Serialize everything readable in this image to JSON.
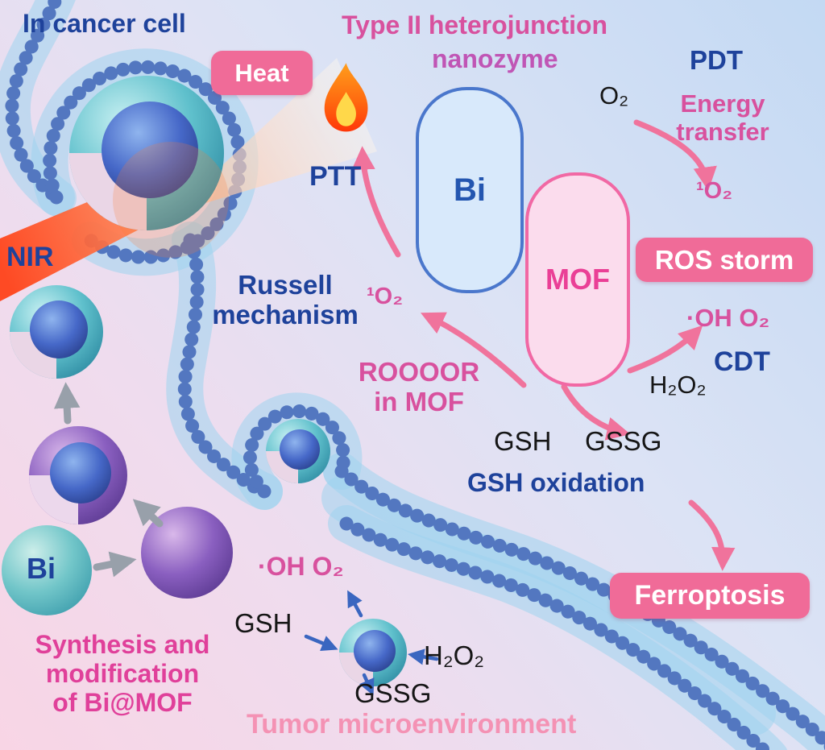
{
  "colors": {
    "badge_pink": "#f06b98",
    "heading_pink": "#d8519e",
    "heading_blue": "#1e429b",
    "light_pink": "#f492b4",
    "membrane_blue": "#5377c0",
    "bi_box_border": "#4a77cc",
    "mof_box_border": "#f168a4"
  },
  "badges": {
    "heat": "Heat",
    "ros_storm": "ROS storm",
    "ferroptosis": "Ferroptosis"
  },
  "boxes": {
    "bi": "Bi",
    "mof": "MOF"
  },
  "labels": {
    "in_cancer_cell": "In cancer cell",
    "type2_line1": "Type II heterojunction",
    "type2_line2": "nanozyme",
    "pdt": "PDT",
    "o2": "O₂",
    "energy_line1": "Energy",
    "energy_line2": "transfer",
    "singlet_o2_right": "¹O₂",
    "ptt": "PTT",
    "russell_line1": "Russell",
    "russell_line2": "mechanism",
    "singlet_o2_mid": "¹O₂",
    "oh_o2_right": "·OH O₂",
    "cdt": "CDT",
    "h2o2_right": "H₂O₂",
    "rooor_line1": "ROOOOR",
    "rooor_line2": "in MOF",
    "gsh_mid": "GSH",
    "gssg_mid": "GSSG",
    "gsh_oxidation": "GSH oxidation",
    "nir": "NIR",
    "bi_particle": "Bi",
    "synthesis_line1": "Synthesis and",
    "synthesis_line2": "modification",
    "synthesis_line3": "of Bi@MOF",
    "oh_o2_bottom": "·OH O₂",
    "gsh_bottom": "GSH",
    "h2o2_bottom": "H₂O₂",
    "gssg_bottom": "GSSG",
    "tumor_microenvironment": "Tumor microenvironment"
  },
  "icons": {
    "flame": "flame-icon",
    "nir_beam": "nir-laser-beam",
    "membrane": "cell-membrane"
  }
}
